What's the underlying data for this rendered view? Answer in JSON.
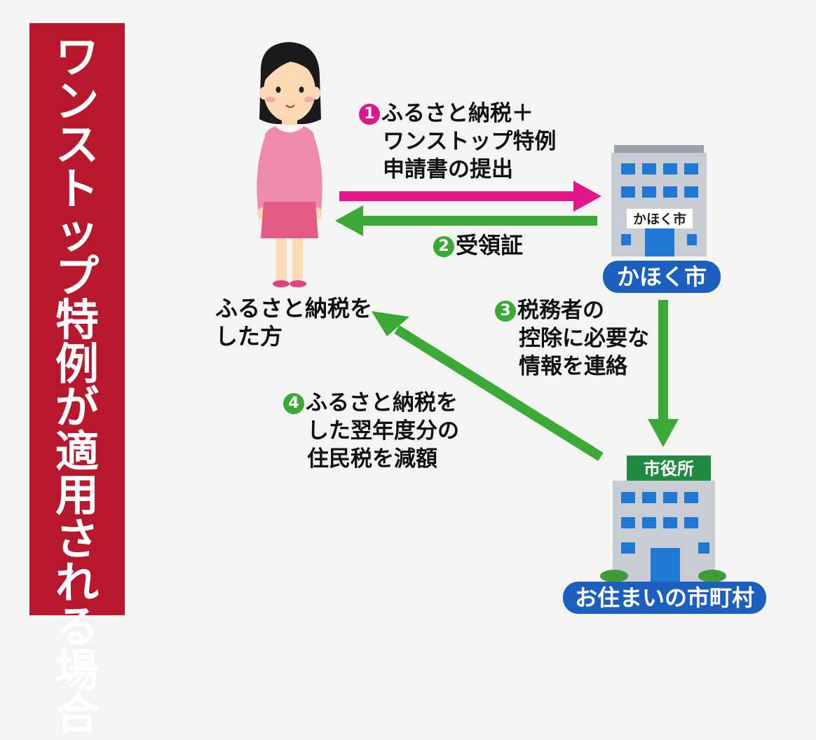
{
  "title": "ワンストップ特例が適用される場合",
  "person_label": [
    "ふるさと納税を",
    "した方"
  ],
  "nodes": {
    "kahoku": {
      "sign": "かほく市",
      "label": "かほく市"
    },
    "residence": {
      "sign": "市役所",
      "label": "お住まいの市町村"
    }
  },
  "steps": [
    {
      "num": "1",
      "lines": [
        "ふるさと納税＋",
        "ワンストップ特例",
        "申請書の提出"
      ],
      "color": "#e0168a"
    },
    {
      "num": "2",
      "lines": [
        "受領証"
      ],
      "color": "#3aa935"
    },
    {
      "num": "3",
      "lines": [
        "税務者の",
        "控除に必要な",
        "情報を連絡"
      ],
      "color": "#3aa935"
    },
    {
      "num": "4",
      "lines": [
        "ふるさと納税を",
        "した翌年度分の",
        "住民税を減額"
      ],
      "color": "#3aa935"
    }
  ],
  "colors": {
    "title_bg": "#b8182d",
    "pink": "#e0168a",
    "green": "#3aa935",
    "blue": "#1d5fbf"
  }
}
